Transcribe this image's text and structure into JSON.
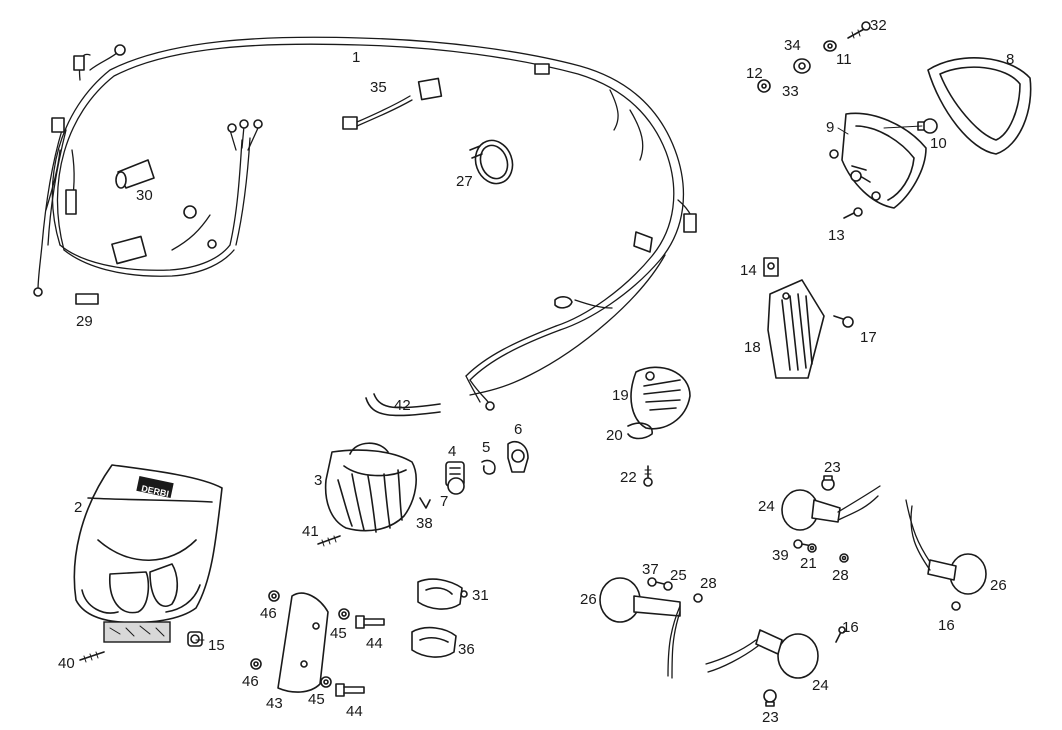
{
  "diagram": {
    "brand_text": "DERBI",
    "labels": {
      "p1": "1",
      "p2": "2",
      "p3": "3",
      "p4": "4",
      "p5": "5",
      "p6": "6",
      "p7": "7",
      "p8": "8",
      "p9": "9",
      "p10": "10",
      "p11": "11",
      "p12": "12",
      "p13": "13",
      "p14": "14",
      "p15": "15",
      "p16a": "16",
      "p16b": "16",
      "p17": "17",
      "p18": "18",
      "p19": "19",
      "p20": "20",
      "p21": "21",
      "p22": "22",
      "p23a": "23",
      "p23b": "23",
      "p24a": "24",
      "p24b": "24",
      "p25": "25",
      "p26a": "26",
      "p26b": "26",
      "p27": "27",
      "p28a": "28",
      "p28b": "28",
      "p29": "29",
      "p30": "30",
      "p31": "31",
      "p32": "32",
      "p33": "33",
      "p34": "34",
      "p35": "35",
      "p36": "36",
      "p37": "37",
      "p38": "38",
      "p39": "39",
      "p40": "40",
      "p41": "41",
      "p42": "42",
      "p43": "43",
      "p44a": "44",
      "p44b": "44",
      "p45a": "45",
      "p45b": "45",
      "p46a": "46",
      "p46b": "46"
    }
  }
}
